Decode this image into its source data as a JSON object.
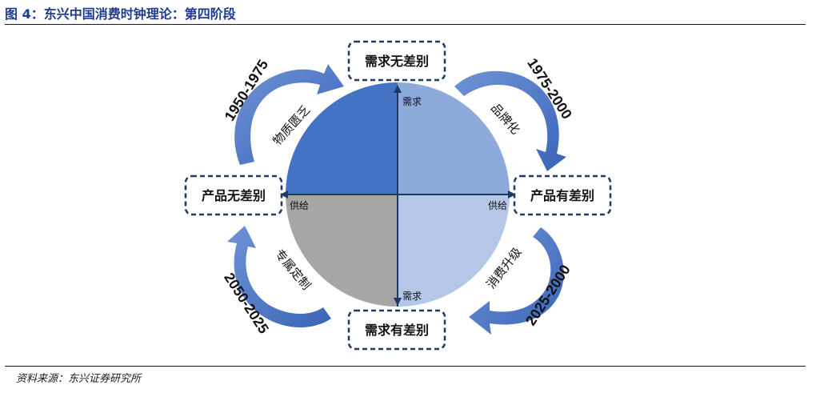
{
  "title": "图 4：东兴中国消费时钟理论：第四阶段",
  "source": "资料来源：东兴证券研究所",
  "boxes": {
    "top": "需求无差别",
    "bottom": "需求有差别",
    "left": "产品无差别",
    "right": "产品有差别"
  },
  "axis_labels": {
    "demand_top": "需求",
    "demand_bottom": "需求",
    "supply_left": "供给",
    "supply_right": "供给"
  },
  "phases": {
    "top_left": {
      "years": "1950-1975",
      "label": "物质匮乏"
    },
    "top_right": {
      "years": "1975-2000",
      "label": "品牌化"
    },
    "bottom_right": {
      "years": "2025-2000",
      "label": "消费升级"
    },
    "bottom_left": {
      "years": "2050-2025",
      "label": "专属定制"
    }
  },
  "colors": {
    "quadrant_top_left": "#4472c4",
    "quadrant_top_right": "#8eaadb",
    "quadrant_bottom_right": "#b4c7e7",
    "quadrant_bottom_left": "#a6a6a6",
    "arrow": "#4472c4",
    "axis": "#1f3864",
    "box_border": "#1f3864",
    "title": "#1f3a93"
  }
}
